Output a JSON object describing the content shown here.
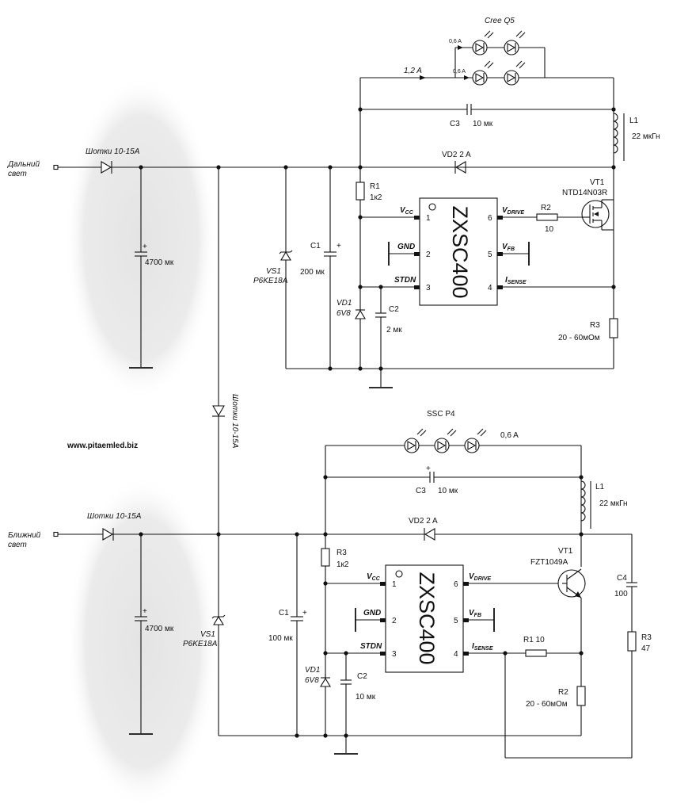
{
  "website": "www.pitaemled.biz",
  "inputs": {
    "far_light": [
      "Дальний",
      "свет"
    ],
    "near_light": [
      "Ближний",
      "свет"
    ]
  },
  "top": {
    "led_label": "Cree Q5",
    "current_total": "1,2 A",
    "branch_a": "0,6 A",
    "branch_b": "0,6 A",
    "schottky": "Шотки 10-15A",
    "cap_big": "4700 мк",
    "vs1": "VS1",
    "vs1_part": "P6KE18A",
    "c1": "C1",
    "c1_val": "200 мк",
    "r1": "R1",
    "r1_val": "1к2",
    "vd1": "VD1",
    "vd1_val": "6V8",
    "c2": "C2",
    "c2_val": "2 мк",
    "c3": "C3",
    "c3_val": "10 мк",
    "vd2": "VD2  2 A",
    "l1": "L1",
    "l1_val": "22 мкГн",
    "vt1": "VT1",
    "vt1_part": "NTD14N03R",
    "r2": "R2",
    "r2_val": "10",
    "r3": "R3",
    "r3_val": "20 - 60мОм",
    "ic": "ZXSC400"
  },
  "middle": {
    "schottky_vertical": "Шотки 10-15A"
  },
  "bottom": {
    "led_label": "SSC P4",
    "current": "0,6 A",
    "schottky": "Шотки 10-15A",
    "cap_big": "4700 мк",
    "vs1": "VS1",
    "vs1_part": "P6KE18A",
    "c1": "C1",
    "c1_val": "100 мк",
    "r3": "R3",
    "r3_val": "1к2",
    "vd1": "VD1",
    "vd1_val": "6V8",
    "c2": "C2",
    "c2_val": "10 мк",
    "c3": "C3",
    "c3_val": "10 мк",
    "vd2": "VD2  2 A",
    "l1": "L1",
    "l1_val": "22  мкГн",
    "vt1": "VT1",
    "vt1_part": "FZT1049A",
    "r1": "R1   10",
    "r2": "R2",
    "r2_val": "20 - 60мОм",
    "c4": "C4",
    "c4_val": "100",
    "r3b": "R3",
    "r3b_val": "47",
    "ic": "ZXSC400"
  },
  "pins": {
    "vcc": "V",
    "vcc_sub": "CC",
    "gnd": "GND",
    "stdn": "STDN",
    "vdrive": "V",
    "vdrive_sub": "DRIVE",
    "vfb": "V",
    "vfb_sub": "FB",
    "isense": "I",
    "isense_sub": "SENSE",
    "n1": "1",
    "n2": "2",
    "n3": "3",
    "n4": "4",
    "n5": "5",
    "n6": "6"
  }
}
